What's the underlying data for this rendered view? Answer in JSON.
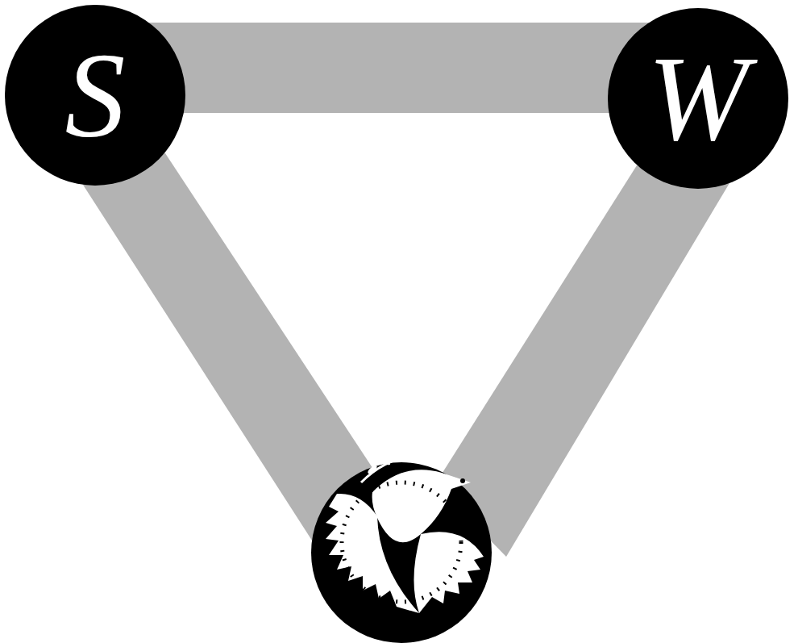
{
  "diagram": {
    "nodes": [
      {
        "text": [
          "S"
        ]
      },
      {
        "text": [
          "W"
        ]
      }
    ],
    "edges": [
      {
        "from": 0,
        "to": 1,
        "arrow": "none"
      }
    ]
  }
}
